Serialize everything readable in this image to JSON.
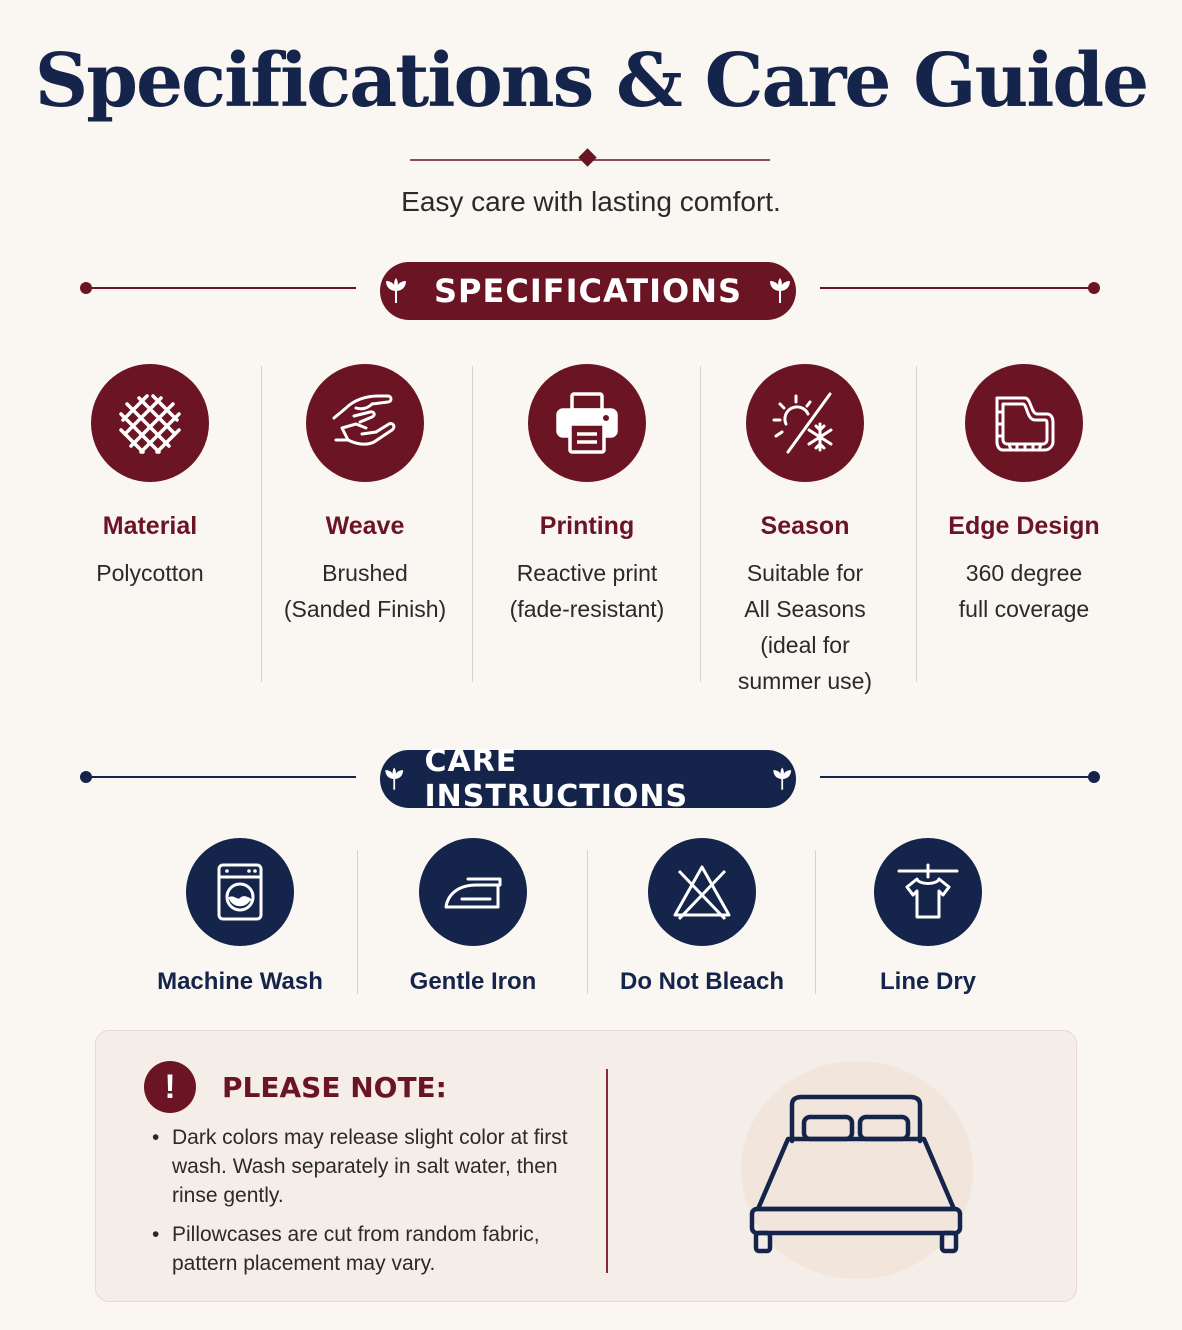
{
  "header": {
    "title": "Specifications & Care Guide",
    "subtitle": "Easy care with lasting comfort."
  },
  "specifications_section": {
    "heading": "SPECIFICATIONS",
    "items": [
      {
        "icon": "fabric-weave-icon",
        "label": "Material",
        "value": "Polycotton"
      },
      {
        "icon": "hands-icon",
        "label": "Weave",
        "value": "Brushed\n(Sanded Finish)"
      },
      {
        "icon": "printer-icon",
        "label": "Printing",
        "value": "Reactive print\n(fade-resistant)"
      },
      {
        "icon": "sun-snowflake-icon",
        "label": "Season",
        "value": "Suitable for\nAll Seasons\n(ideal for\nsummer use)"
      },
      {
        "icon": "fitted-sheet-icon",
        "label": "Edge Design",
        "value": "360 degree\nfull coverage"
      }
    ]
  },
  "care_section": {
    "heading": "CARE INSTRUCTIONS",
    "items": [
      {
        "icon": "washing-machine-icon",
        "label": "Machine Wash"
      },
      {
        "icon": "iron-icon",
        "label": "Gentle Iron"
      },
      {
        "icon": "no-bleach-icon",
        "label": "Do Not Bleach"
      },
      {
        "icon": "line-dry-icon",
        "label": "Line Dry"
      }
    ]
  },
  "note": {
    "icon_text": "!",
    "title": "PLEASE NOTE:",
    "items": [
      "Dark colors may release slight color at first wash. Wash separately in salt water, then rinse gently.",
      "Pillowcases are cut from random fabric, pattern placement may vary."
    ]
  },
  "colors": {
    "maroon": "#6b1424",
    "navy": "#14244a",
    "background": "#faf6f2"
  }
}
